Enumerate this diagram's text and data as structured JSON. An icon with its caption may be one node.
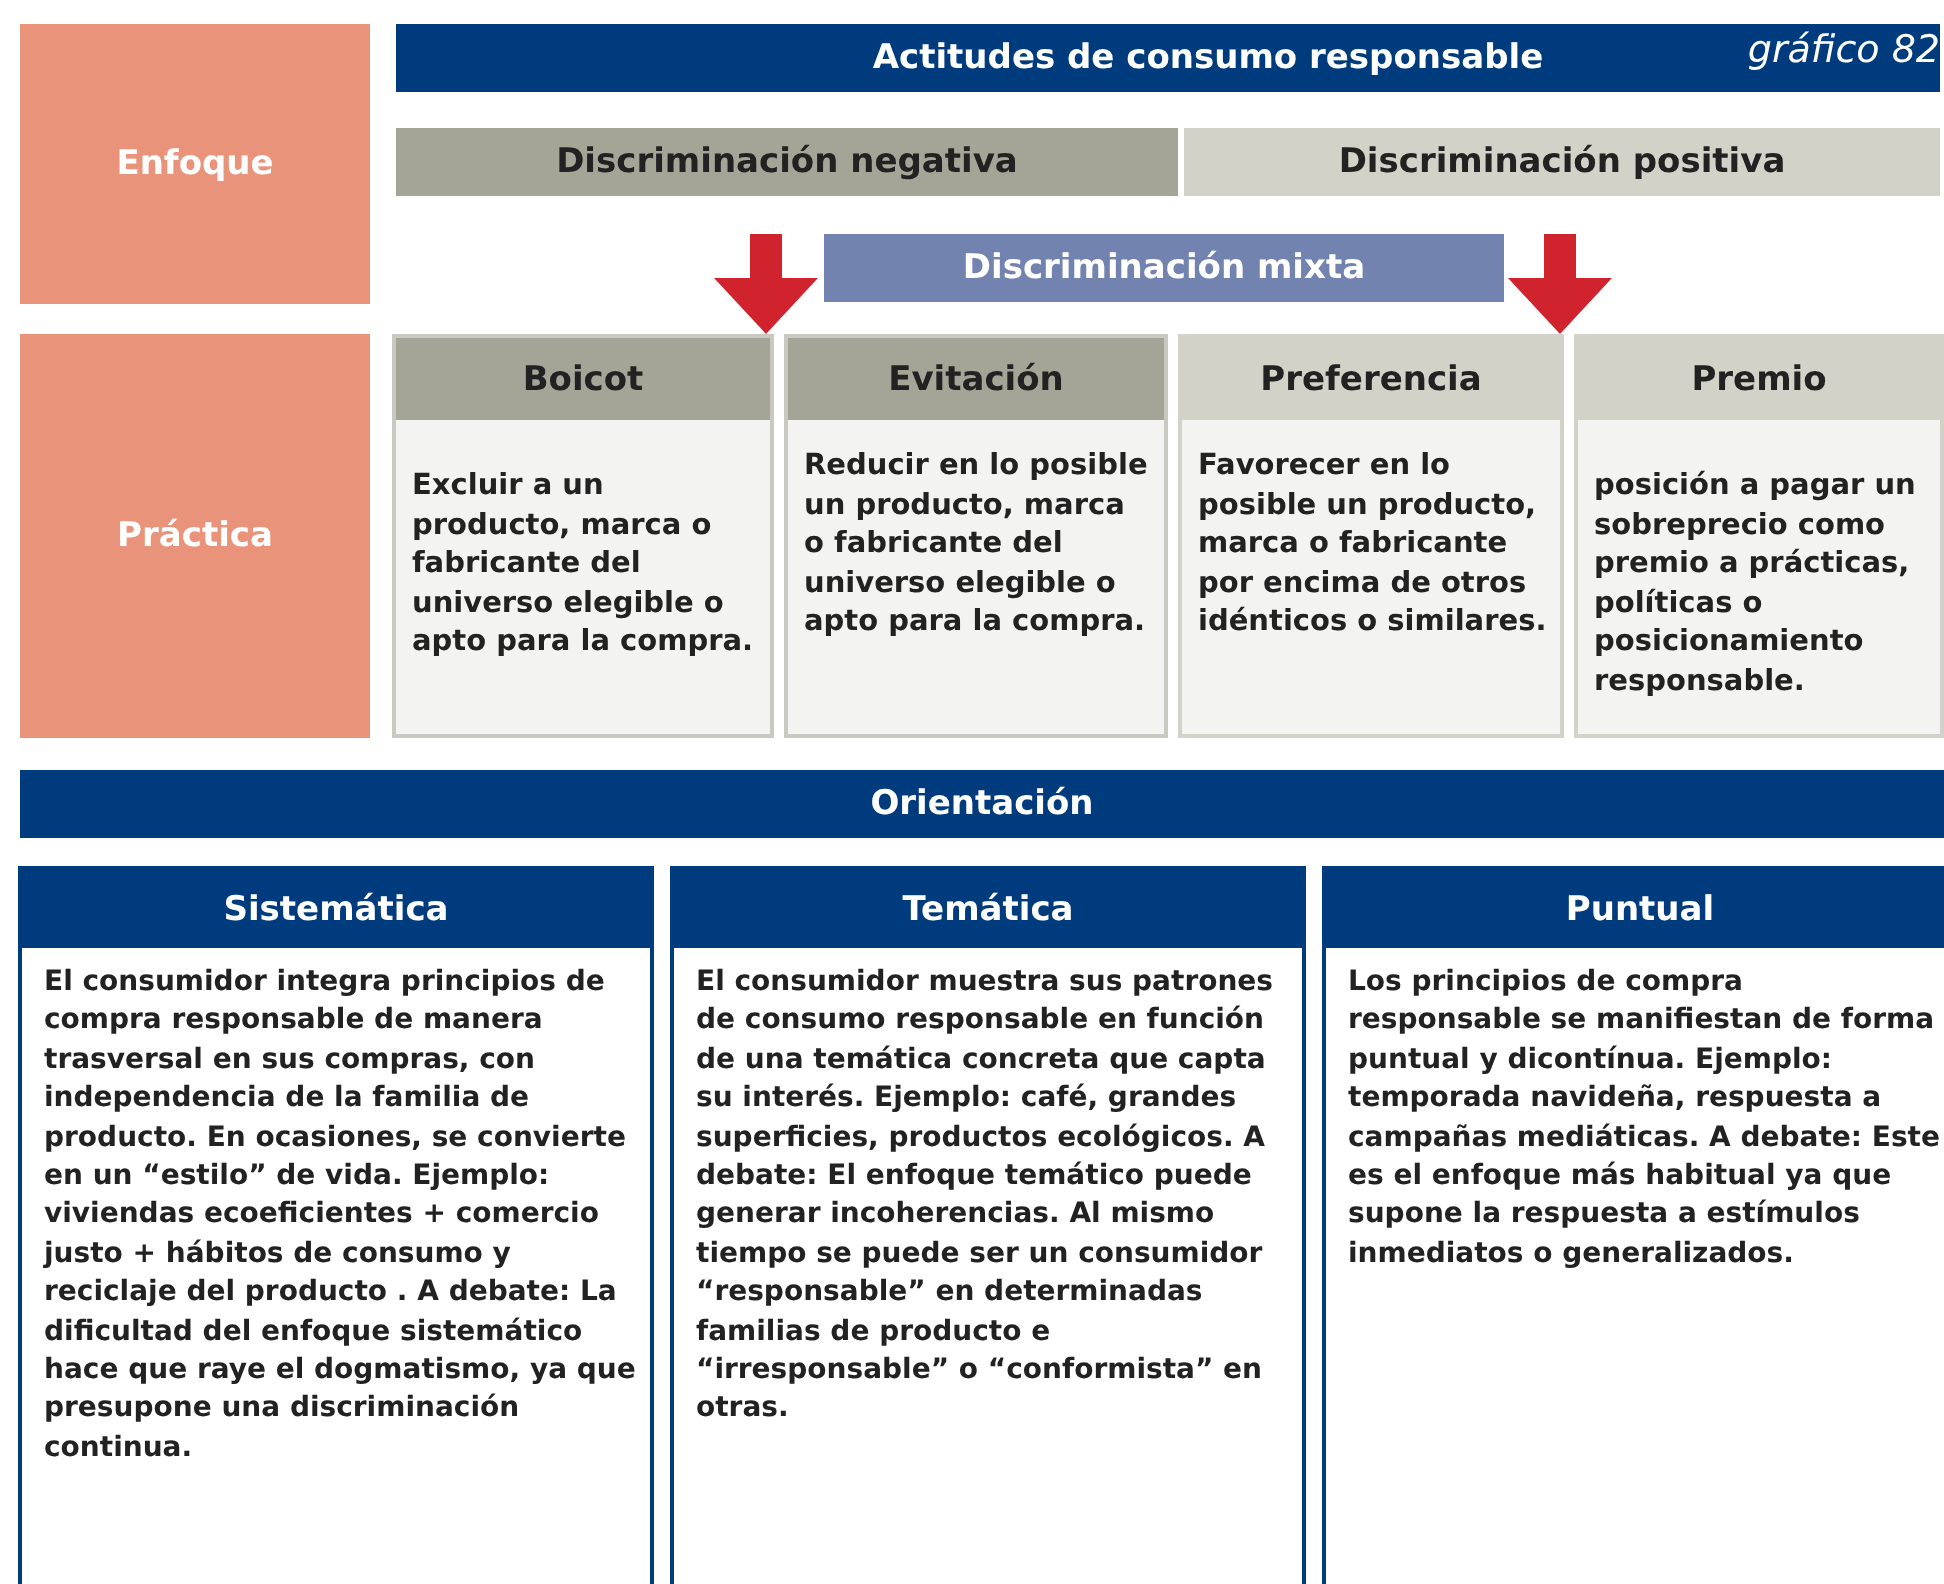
{
  "diagram": {
    "title": "Actitudes de consumo responsable",
    "nodes": [
      {
        "text": [
          "Enfoque"
        ]
      },
      {
        "text": [
          "Discriminación negativa"
        ]
      },
      {
        "text": [
          "Discriminación positiva"
        ]
      },
      {
        "text": [
          "Discriminación mixta"
        ]
      },
      {
        "text": [
          "Práctica"
        ]
      },
      {
        "text": [
          "Boicot",
          "Excluir a un producto, marca o fabricante del universo elegible o apto para la compra."
        ]
      },
      {
        "text": [
          "Evitación",
          "Reducir en lo posible un producto, marca o fabricante del universo elegible o apto para la compra."
        ]
      },
      {
        "text": [
          "Preferencia",
          "Favorecer en lo posible un producto, marca o fabricante por encima de otros idénticos o similares."
        ]
      },
      {
        "text": [
          "Premio",
          "posición a pagar un sobreprecio como premio a prácticas, políticas o posicionamiento responsable."
        ]
      },
      {
        "text": [
          "Orientación"
        ]
      },
      {
        "text": [
          "Sistemática",
          "El consumidor integra principios de compra responsable de manera trasversal en sus compras, con independencia de la familia de producto. En ocasiones, se convierte en un “estilo” de vida. Ejemplo: viviendas ecoeficientes + comercio justo + hábitos de consumo y reciclaje del producto . A debate: La dificultad del enfoque sistemático hace que raye el dogmatismo, ya que presupone una discriminación continua."
        ]
      },
      {
        "text": [
          "Temática",
          "El consumidor muestra sus patrones de consumo responsable en función de una temática concreta que capta su interés. Ejemplo: café, grandes superficies, productos ecológicos. A debate: El enfoque temático puede generar incoherencias. Al mismo tiempo se puede ser un consumidor “responsable” en determinadas familias de producto e “irresponsable” o “conformista” en otras."
        ]
      },
      {
        "text": [
          "Puntual",
          "Los principios de compra responsable se manifiestan de forma puntual y dicontínua. Ejemplo: temporada navideña, respuesta a campañas mediáticas. A debate: Este es el enfoque más habitual ya que supone la respuesta a estímulos inmediatos o generalizados."
        ]
      }
    ],
    "edges": [
      {
        "from": 3,
        "to": 5,
        "arrow": "to"
      },
      {
        "from": 3,
        "to": 8,
        "arrow": "to"
      }
    ],
    "labels": [
      "gráfico 82"
    ]
  }
}
